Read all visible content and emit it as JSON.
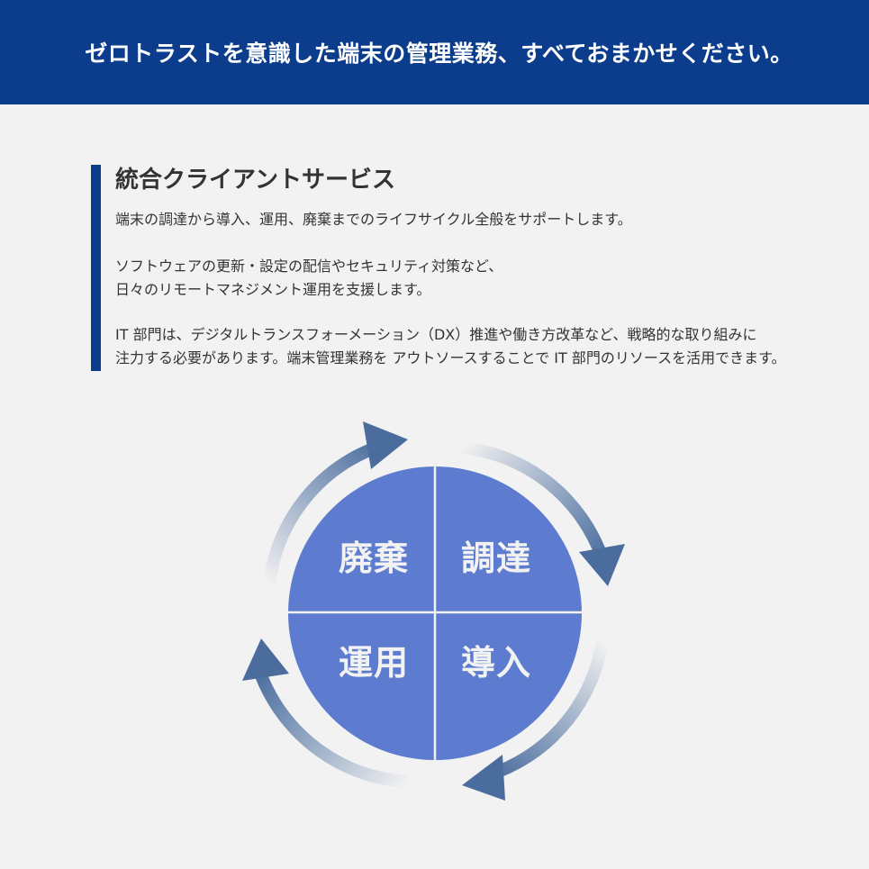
{
  "header": {
    "title": "ゼロトラストを意識した端末の管理業務、すべておまかせください。"
  },
  "section": {
    "title": "統合クライアントサービス",
    "paragraphs": [
      [
        "端末の調達から導入、運用、廃棄までのライフサイクル全般をサポートします。"
      ],
      [
        "ソフトウェアの更新・設定の配信やセキュリティ対策など、",
        "日々のリモートマネジメント運用を支援します。"
      ],
      [
        "IT 部門は、デジタルトランスフォーメーション（DX）推進や働き方改革など、戦略的な取り組みに",
        "注力する必要があります。端末管理業務を アウトソースすることで IT 部門のリソースを活用できます。"
      ]
    ]
  },
  "cycle": {
    "quadrants": {
      "top_left": "廃棄",
      "top_right": "調達",
      "bottom_left": "運用",
      "bottom_right": "導入"
    },
    "order": [
      "調達",
      "導入",
      "運用",
      "廃棄"
    ],
    "direction": "clockwise"
  },
  "colors": {
    "header_bg": "#0b3d8c",
    "accent_bar": "#0b3d8c",
    "page_bg": "#f2f2f2",
    "circle_fill": "#5d7ccf",
    "arrow": "#4a6d9e",
    "body_text": "#333333"
  }
}
